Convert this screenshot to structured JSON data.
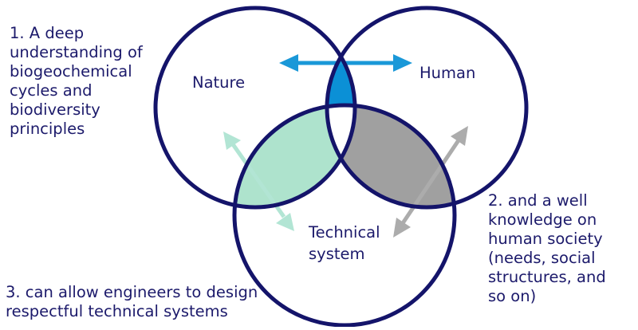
{
  "diagram": {
    "circles": [
      {
        "name": "nature-circle",
        "label": "Nature"
      },
      {
        "name": "human-circle",
        "label": "Human"
      },
      {
        "name": "technical-circle",
        "label_lines": [
          "Technical",
          "system"
        ]
      }
    ],
    "overlaps": {
      "nature_human": "#0b90d6",
      "nature_technical": "#aee3cd",
      "human_technical": "#a0a0a0"
    },
    "outline_color": "#14146a",
    "arrow_colors": {
      "nature_human": "#1a98d8",
      "nature_technical": "#b2e5d4",
      "human_technical": "#acacac"
    }
  },
  "notes": [
    {
      "id": "1",
      "lines": [
        "1. A deep",
        "understanding of",
        "biogeochemical",
        "cycles and",
        "biodiversity",
        "principles"
      ]
    },
    {
      "id": "2",
      "lines": [
        "2. and a well",
        "knowledge on",
        "human society",
        "(needs, social",
        "structures, and",
        "so on)"
      ]
    },
    {
      "id": "3",
      "lines": [
        "3. can allow engineers to design",
        "respectful technical systems"
      ]
    }
  ]
}
